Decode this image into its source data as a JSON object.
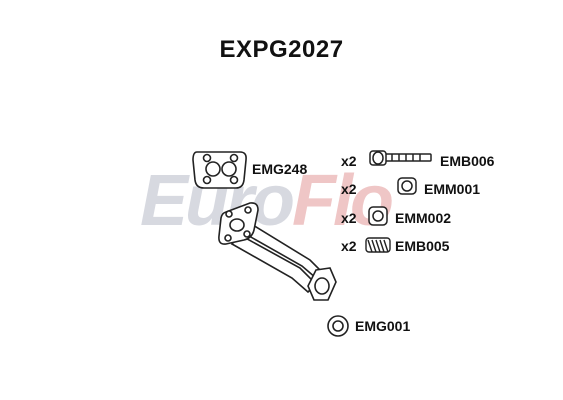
{
  "title": "EXPG2027",
  "watermark": {
    "part1": "Euro",
    "part2": "Flo",
    "color_grey": "#d7d9e0",
    "color_red": "#efc6c6"
  },
  "parts": [
    {
      "code": "EMG248",
      "qty": ""
    },
    {
      "code": "EMB006",
      "qty": "x2"
    },
    {
      "code": "EMM001",
      "qty": "x2"
    },
    {
      "code": "EMM002",
      "qty": "x2"
    },
    {
      "code": "EMB005",
      "qty": "x2"
    },
    {
      "code": "EMG001",
      "qty": ""
    }
  ]
}
